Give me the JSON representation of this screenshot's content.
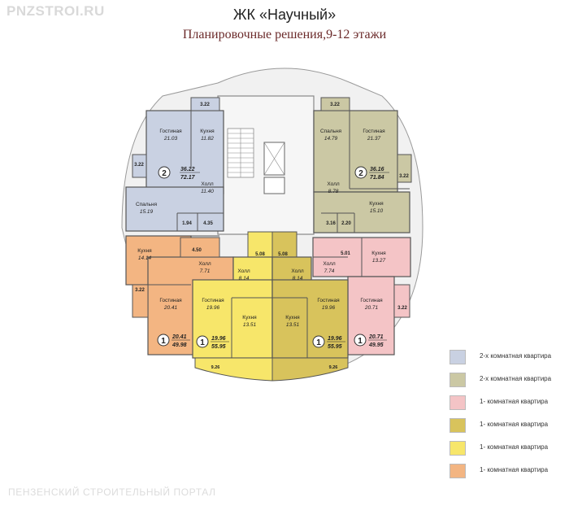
{
  "watermark_top": "PNZSTROI.RU",
  "watermark_bottom": "ПЕНЗЕНСКИЙ СТРОИТЕЛЬНЫЙ ПОРТАЛ",
  "title": "ЖК «Научный»",
  "subtitle": "Планировочные решения,9-12 этажи",
  "colors": {
    "blue": "#c9d1e2",
    "olive": "#cbc8a4",
    "pink": "#f4c4c6",
    "dark_yellow": "#d8c35c",
    "yellow": "#f7e66a",
    "orange": "#f3b582"
  },
  "legend": [
    {
      "label": "2-х комнатная квартира",
      "color": "#c9d1e2"
    },
    {
      "label": "2-х комнатная квартира",
      "color": "#cbc8a4"
    },
    {
      "label": "1- комнатная квартира",
      "color": "#f4c4c6"
    },
    {
      "label": "1- комнатная квартира",
      "color": "#d8c35c"
    },
    {
      "label": "1- комнатная квартира",
      "color": "#f7e66a"
    },
    {
      "label": "1- комнатная квартира",
      "color": "#f3b582"
    }
  ],
  "rooms": {
    "bl_balcony": "3.22",
    "bl_balcony2": "3.22",
    "bl_living_name": "Гостиная",
    "bl_living_area": "21.03",
    "bl_kitchen_name": "Кухня",
    "bl_kitchen_area": "11.82",
    "bl_hall_name": "Холл",
    "bl_hall_area": "11.40",
    "bl_bed_name": "Спальня",
    "bl_bed_area": "15.19",
    "bl_wc1": "1.94",
    "bl_wc2": "4.35",
    "bl_num": "2",
    "bl_living_total": "36.22",
    "bl_total": "72.17",
    "ol_balcony": "3.22",
    "ol_balcony2": "3.22",
    "ol_bed_name": "Спальня",
    "ol_bed_area": "14.79",
    "ol_living_name": "Гостиная",
    "ol_living_area": "21.37",
    "ol_hall_name": "Холл",
    "ol_hall_area": "8.78",
    "ol_kitchen_name": "Кухня",
    "ol_kitchen_area": "15.10",
    "ol_wc1": "3.16",
    "ol_wc2": "2.20",
    "ol_num": "2",
    "ol_living_total": "36.16",
    "ol_total": "71.84",
    "or_kitchen_name": "Кухня",
    "or_kitchen_area": "14.14",
    "or_wc": "4.50",
    "or_hall_name": "Холл",
    "or_hall_area": "7.71",
    "or_balcony": "3.22",
    "or_living_name": "Гостиная",
    "or_living_area": "20.41",
    "or_num": "1",
    "or_living_total": "20.41",
    "or_total": "49.98",
    "pk_wc": "5.01",
    "pk_hall_name": "Холл",
    "pk_hall_area": "7.74",
    "pk_kitchen_name": "Кухня",
    "pk_kitchen_area": "13.27",
    "pk_living_name": "Гостиная",
    "pk_living_area": "20.71",
    "pk_balcony": "3.22",
    "pk_num": "1",
    "pk_living_total": "20.71",
    "pk_total": "49.95",
    "yl_wc": "5.08",
    "yl_hall_name": "Холл",
    "yl_hall_area": "8.14",
    "yl_living_name": "Гостиная",
    "yl_living_area": "19.96",
    "yl_kitchen_name": "Кухня",
    "yl_kitchen_area": "13.51",
    "yl_num": "1",
    "yl_living_total": "19.96",
    "yl_total": "55.95",
    "yl_balcony": "9.26",
    "dy_wc": "5.08",
    "dy_hall_name": "Холл",
    "dy_hall_area": "8.14",
    "dy_kitchen_name": "Кухня",
    "dy_kitchen_area": "13.51",
    "dy_living_name": "Гостиная",
    "dy_living_area": "19.96",
    "dy_num": "1",
    "dy_living_total": "19.96",
    "dy_total": "55.95",
    "dy_balcony": "9.26"
  }
}
